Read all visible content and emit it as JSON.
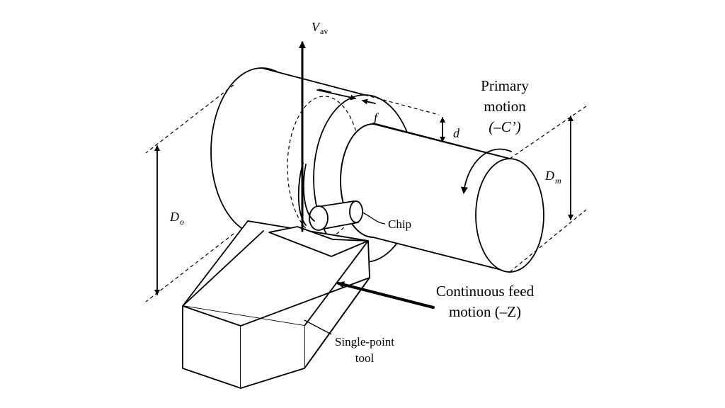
{
  "labels": {
    "velocity": "V",
    "velocity_sub": "av",
    "primary_motion_line1": "Primary",
    "primary_motion_line2": "motion",
    "primary_motion_line3": "(–C’)",
    "feed": "f",
    "depth": "d",
    "diameter_machined": "D",
    "diameter_machined_sub": "m",
    "diameter_original": "D",
    "diameter_original_sub": "o",
    "chip": "Chip",
    "feed_motion_line1": "Continuous feed",
    "feed_motion_line2": "motion (–Z)",
    "tool_line1": "Single-point",
    "tool_line2": "tool"
  },
  "colors": {
    "ink": "#000000",
    "background": "#ffffff"
  }
}
